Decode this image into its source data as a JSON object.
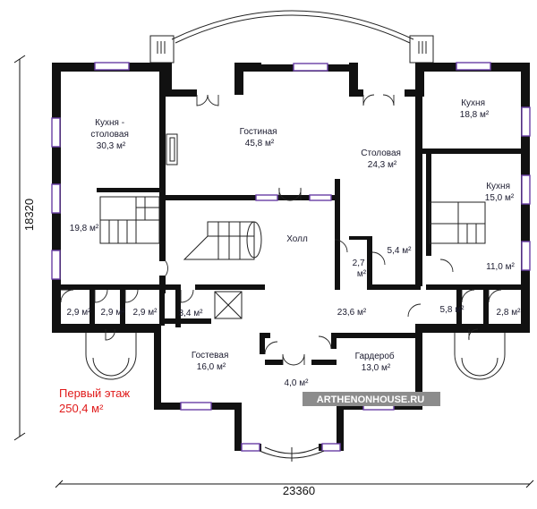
{
  "dimensions": {
    "height": "18320",
    "width": "23360"
  },
  "floor": {
    "title": "Первый этаж",
    "area": "250,4 м²"
  },
  "watermark": "ARTHENONHOUSE.RU",
  "colors": {
    "wall": "#111111",
    "window": "#6a3fa6",
    "title": "#e01a1a"
  },
  "rooms": [
    {
      "id": "kitchen-dining",
      "lines": [
        "Кухня -",
        "столовая",
        "30,3 м²"
      ]
    },
    {
      "id": "living",
      "lines": [
        "Гостиная",
        "45,8 м²"
      ]
    },
    {
      "id": "dining",
      "lines": [
        "Столовая",
        "24,3 м²"
      ]
    },
    {
      "id": "kitchen-1",
      "lines": [
        "Кухня",
        "18,8 м²"
      ]
    },
    {
      "id": "kitchen-2",
      "lines": [
        "Кухня",
        "15,0 м²"
      ]
    },
    {
      "id": "hall",
      "lines": [
        "Холл"
      ]
    },
    {
      "id": "left-room",
      "lines": [
        "19,8 м²"
      ]
    },
    {
      "id": "store-1",
      "lines": [
        "2,9 м²"
      ]
    },
    {
      "id": "store-2",
      "lines": [
        "2,9 м²"
      ]
    },
    {
      "id": "store-3",
      "lines": [
        "2,9 м²"
      ]
    },
    {
      "id": "stair-room",
      "lines": [
        "3,4 м²"
      ]
    },
    {
      "id": "guest",
      "lines": [
        "Гостевая",
        "16,0 м²"
      ]
    },
    {
      "id": "vestibule",
      "lines": [
        "4,0 м²"
      ]
    },
    {
      "id": "wardrobe",
      "lines": [
        "Гардероб",
        "13,0 м²"
      ]
    },
    {
      "id": "corridor",
      "lines": [
        "23,6 м²"
      ]
    },
    {
      "id": "wc-small",
      "lines": [
        "2,7",
        "м²"
      ]
    },
    {
      "id": "bath",
      "lines": [
        "5,4 м²"
      ]
    },
    {
      "id": "right-room",
      "lines": [
        "11,0 м²"
      ]
    },
    {
      "id": "right-hall",
      "lines": [
        "5,8 м²"
      ]
    },
    {
      "id": "right-store",
      "lines": [
        "2,8 м²"
      ]
    }
  ]
}
